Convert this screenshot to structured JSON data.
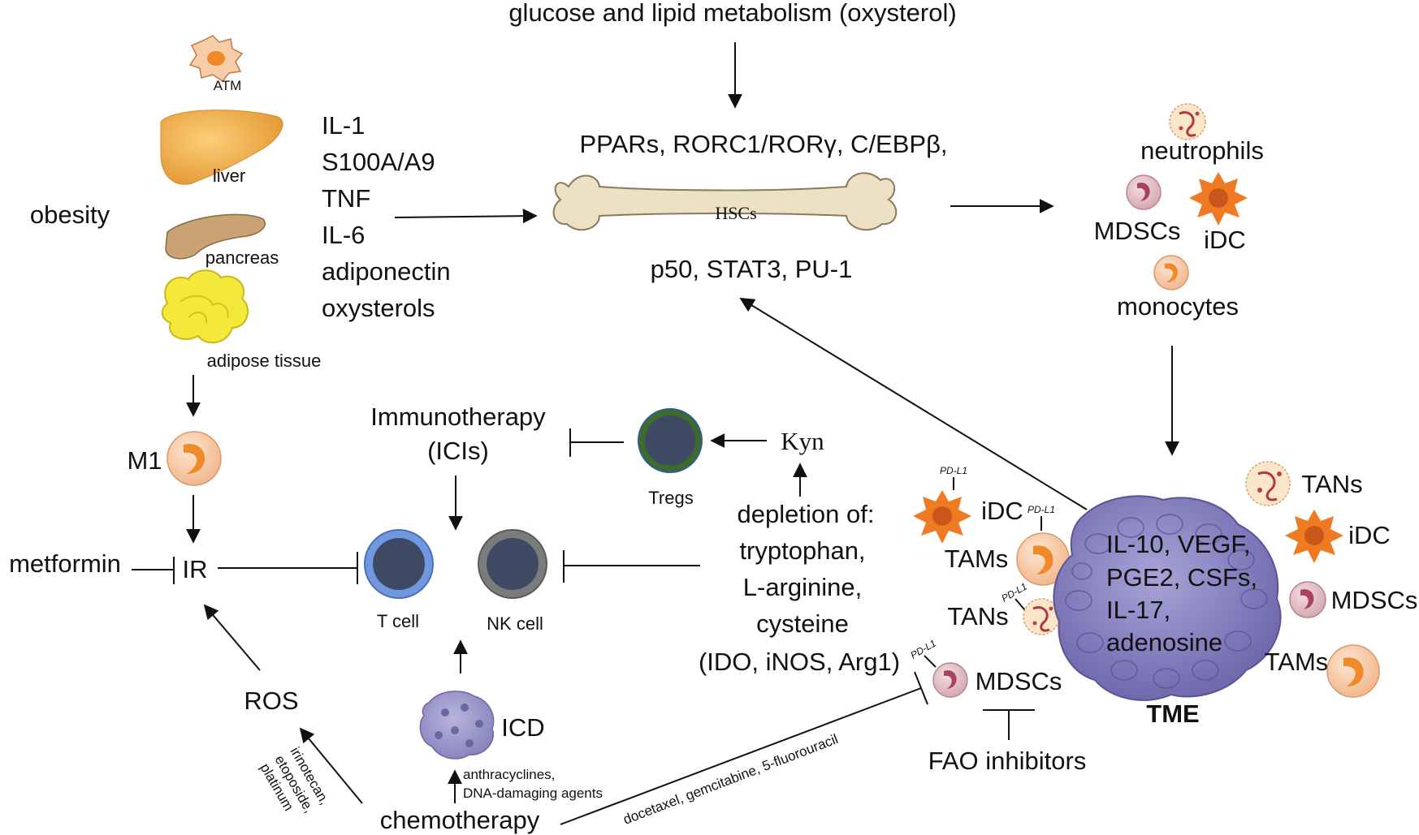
{
  "top": {
    "metabolism": "glucose and lipid metabolism (oxysterol)",
    "transcription_factors_1": "PPARs, RORC1/RORγ, C/EBPβ,",
    "transcription_factors_2": "p50, STAT3, PU-1",
    "bone_label": "HSCs"
  },
  "organs": {
    "atm": "ATM",
    "liver": "liver",
    "pancreas": "pancreas",
    "adipose": "adipose tissue",
    "obesity": "obesity"
  },
  "cytokines": [
    "IL-1",
    "S100A/A9",
    "TNF",
    "IL-6",
    "adiponectin",
    "oxysterols"
  ],
  "bm_output": {
    "neutrophils": "neutrophils",
    "mdscs": "MDSCs",
    "idc": "iDC",
    "monocytes": "monocytes"
  },
  "left": {
    "m1": "M1",
    "metformin": "metformin",
    "ir": "IR",
    "ros": "ROS",
    "ros_drugs": [
      "irinotecan,",
      "etoposide,",
      "platinum"
    ]
  },
  "center": {
    "immunotherapy_1": "Immunotherapy",
    "immunotherapy_2": "(ICIs)",
    "tregs": "Tregs",
    "kyn": "Kyn",
    "t_cell": "T cell",
    "nk_cell": "NK cell",
    "icd": "ICD",
    "icd_drugs_1": "anthracyclines,",
    "icd_drugs_2": "DNA-damaging agents",
    "chemotherapy": "chemotherapy",
    "chemo_drugs": "docetaxel, gemcitabine, 5-fluorouracil",
    "depletion": [
      "depletion of:",
      "tryptophan,",
      "L-arginine,",
      "cysteine",
      "(IDO, iNOS, Arg1)"
    ]
  },
  "tme_side": {
    "pd_l1": "PD-L1",
    "idc": "iDC",
    "tams": "TAMs",
    "tans": "TANs",
    "mdscs": "MDSCs",
    "fao": "FAO inhibitors"
  },
  "tme": {
    "factors": [
      "IL-10, VEGF,",
      "PGE2, CSFs,",
      "IL-17,",
      "adenosine"
    ],
    "label": "TME",
    "right_tans": "TANs",
    "right_idc": "iDC",
    "right_mdscs": "MDSCs",
    "right_tams": "TAMs"
  },
  "colors": {
    "monocyte_outer": "#f6c9a4",
    "monocyte_nucleus": "#f0892a",
    "mdsc_outer": "#e4c2c8",
    "mdsc_nucleus": "#a8435a",
    "idc": "#f07a22",
    "tcell_ring": "#6f98df",
    "nk_ring": "#7b7b7b",
    "cell_core": "#3e4a63",
    "treg_ring": "#3c6b2c",
    "tumor": "#8d86c2",
    "bone": "#ede0c4",
    "liver": "#f5b04a",
    "adipose": "#f4e83a"
  }
}
